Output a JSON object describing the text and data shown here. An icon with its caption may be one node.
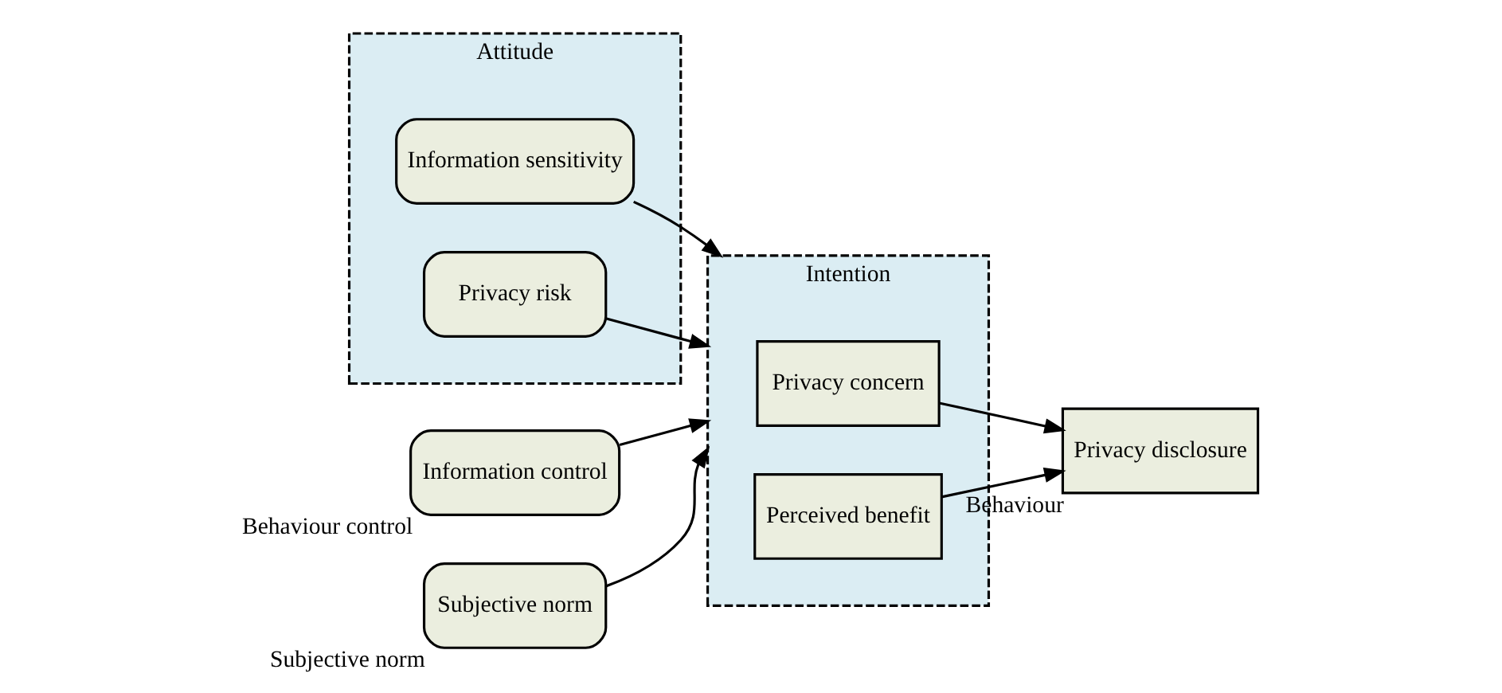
{
  "diagram": {
    "nodes": [
      {
        "text": [
          "Attitude"
        ]
      },
      {
        "text": [
          "Information sensitivity"
        ],
        "in": 0
      },
      {
        "text": [
          "Privacy risk"
        ],
        "in": 0
      },
      {
        "text": [
          "Information control"
        ],
        "beside": [
          "Behaviour control"
        ]
      },
      {
        "text": [
          "Subjective norm"
        ],
        "beside": [
          "Subjective norm"
        ]
      },
      {
        "text": [
          "Intention"
        ]
      },
      {
        "text": [
          "Privacy concern"
        ],
        "in": 5
      },
      {
        "text": [
          "Perceived benefit"
        ],
        "in": 5
      },
      {
        "text": [
          "Privacy disclosure"
        ],
        "beside": [
          "Behaviour"
        ]
      }
    ],
    "edges": [
      {
        "from": 1,
        "to": 5,
        "arrow": "to"
      },
      {
        "from": 2,
        "to": 5,
        "arrow": "to"
      },
      {
        "from": 3,
        "to": 5,
        "arrow": "to"
      },
      {
        "from": 4,
        "to": 5,
        "arrow": "to"
      },
      {
        "from": 6,
        "to": 8,
        "arrow": "to"
      },
      {
        "from": 7,
        "to": 8,
        "arrow": "to"
      }
    ]
  }
}
